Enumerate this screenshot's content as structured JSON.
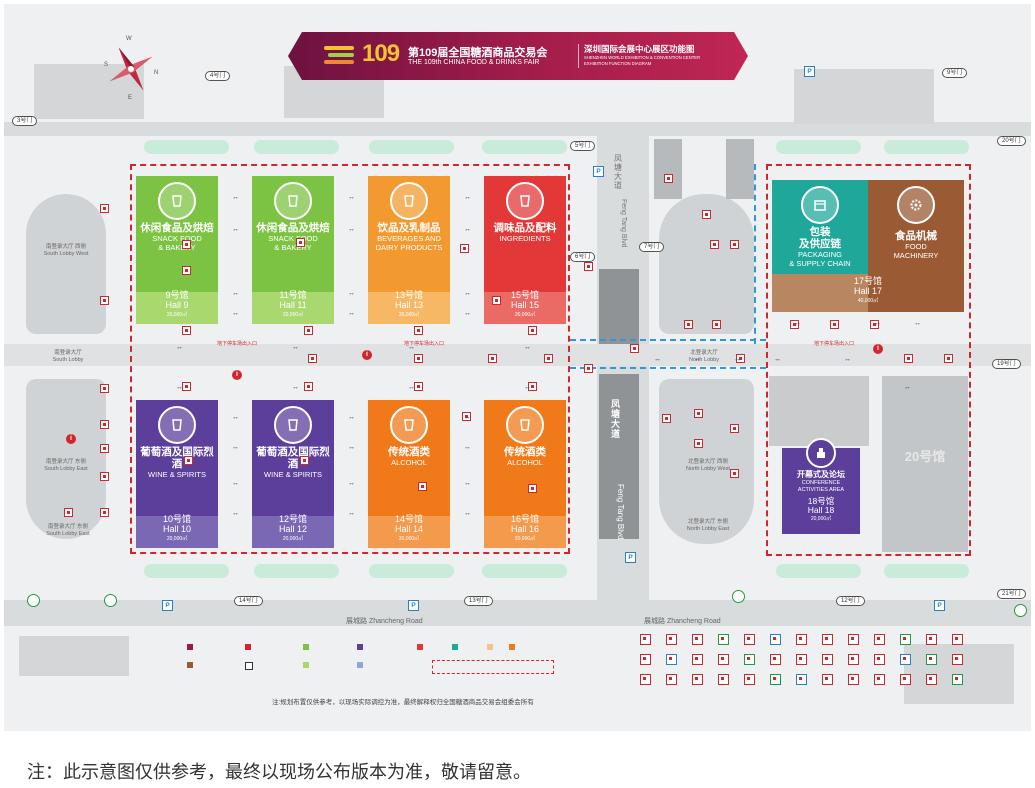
{
  "banner": {
    "logo_number": "109",
    "title_cn": "第109届全国糖酒商品交易会",
    "title_en": "THE 109th CHINA FOOD & DRINKS FAIR",
    "subtitle_cn": "深圳国际会展中心展区功能图",
    "subtitle_en1": "SHENZHEN WORLD EXHIBITION & CONVENTION CENTER",
    "subtitle_en2": "EXHIBITION FUNCTION DIAGRAM"
  },
  "compass": {
    "n": "N",
    "s": "S",
    "e": "E",
    "w": "W"
  },
  "gates": {
    "g3": "3号门",
    "g4": "4号门",
    "g5": "5号门",
    "g6": "6号门",
    "g7": "7号门",
    "g9": "9号门",
    "g12": "12号门",
    "g13": "13号门",
    "g14": "14号门",
    "g19": "19号门",
    "g20": "20号门",
    "g21": "21号门"
  },
  "halls": [
    {
      "id": "h9",
      "cn": "休闲食品及烘焙",
      "en1": "SNACK FOOD",
      "en2": "& BAKERY",
      "num_cn": "9号馆",
      "num_en": "Hall 9",
      "area": "20,000㎡",
      "color": "#7cc243",
      "band": "#a9d86f"
    },
    {
      "id": "h11",
      "cn": "休闲食品及烘焙",
      "en1": "SNACK FOOD",
      "en2": "& BAKERY",
      "num_cn": "11号馆",
      "num_en": "Hall 11",
      "area": "20,000㎡",
      "color": "#7cc243",
      "band": "#a9d86f"
    },
    {
      "id": "h13",
      "cn": "饮品及乳制品",
      "en1": "BEVERAGES AND",
      "en2": "DAIRY PRODUCTS",
      "num_cn": "13号馆",
      "num_en": "Hall 13",
      "area": "20,000㎡",
      "color": "#f29a30",
      "band": "#f6b864"
    },
    {
      "id": "h15",
      "cn": "调味品及配料",
      "en1": "INGREDIENTS",
      "en2": "",
      "num_cn": "15号馆",
      "num_en": "Hall 15",
      "area": "20,000㎡",
      "color": "#e23838",
      "band": "#ea6a66"
    },
    {
      "id": "h10",
      "cn": "葡萄酒及国际烈酒",
      "en1": "WINE & SPIRITS",
      "en2": "",
      "num_cn": "10号馆",
      "num_en": "Hall 10",
      "area": "20,000㎡",
      "color": "#5b3f9b",
      "band": "#7b68b4"
    },
    {
      "id": "h12",
      "cn": "葡萄酒及国际烈酒",
      "en1": "WINE & SPIRITS",
      "en2": "",
      "num_cn": "12号馆",
      "num_en": "Hall 12",
      "area": "20,000㎡",
      "color": "#5b3f9b",
      "band": "#7b68b4"
    },
    {
      "id": "h14",
      "cn": "传统酒类",
      "en1": "ALCOHOL",
      "en2": "",
      "num_cn": "14号馆",
      "num_en": "Hall 14",
      "area": "20,000㎡",
      "color": "#f07a1a",
      "band": "#f49a4c"
    },
    {
      "id": "h16",
      "cn": "传统酒类",
      "en1": "ALCOHOL",
      "en2": "",
      "num_cn": "16号馆",
      "num_en": "Hall 16",
      "area": "20,000㎡",
      "color": "#f07a1a",
      "band": "#f49a4c"
    }
  ],
  "hall17": {
    "left_cn1": "包装",
    "left_cn2": "及供应链",
    "left_en1": "PACKAGING",
    "left_en2": "& SUPPLY CHAIN",
    "right_cn": "食品机械",
    "right_en1": "FOOD",
    "right_en2": "MACHINERY",
    "num_cn": "17号馆",
    "num_en": "Hall 17",
    "area": "40,000㎡",
    "color_left": "#1fa89a",
    "color_right": "#9a5a34",
    "band": "#b88660"
  },
  "hall18": {
    "cn": "开幕式及论坛",
    "en1": "CONFERENCE",
    "en2": "ACTIVITIES AREA",
    "num_cn": "18号馆",
    "num_en": "Hall 18",
    "area": "20,000㎡",
    "color": "#5b3f9b"
  },
  "hall20": {
    "label": "20号馆"
  },
  "roads": {
    "fengtang_cn": "凤塘大道",
    "fengtang_en": "Feng Tang Blvd",
    "zhancheng_cn": "展城路",
    "zhancheng_en": "Zhancheng Road"
  },
  "lobbies": {
    "south_cn": "南登录大厅",
    "south_en": "South Lobby",
    "north_cn": "北登录大厅",
    "north_en": "North Lobby",
    "south_west_cn": "南登录大厅 西侧",
    "south_west_en": "South Lobby West",
    "south_east_cn": "南登录大厅 东侧",
    "south_east_en": "South Lobby East",
    "north_west_cn": "北登录大厅 西侧",
    "north_west_en": "North Lobby West",
    "north_east_cn": "北登录大厅 东侧",
    "north_east_en": "North Lobby East"
  },
  "parking_label": "地下停车场出入口",
  "map_disclaimer": "注:规划布置仅供参考，以现场实际调控为准，最终解释权归全国糖酒商品交易会组委会所有",
  "footer_note": "注：此示意图仅供参考，最终以现场公布版本为准，敬请留意。",
  "colors": {
    "red": "#d0272f",
    "blue": "#2a9bd6",
    "banner": "#9b1a45"
  }
}
